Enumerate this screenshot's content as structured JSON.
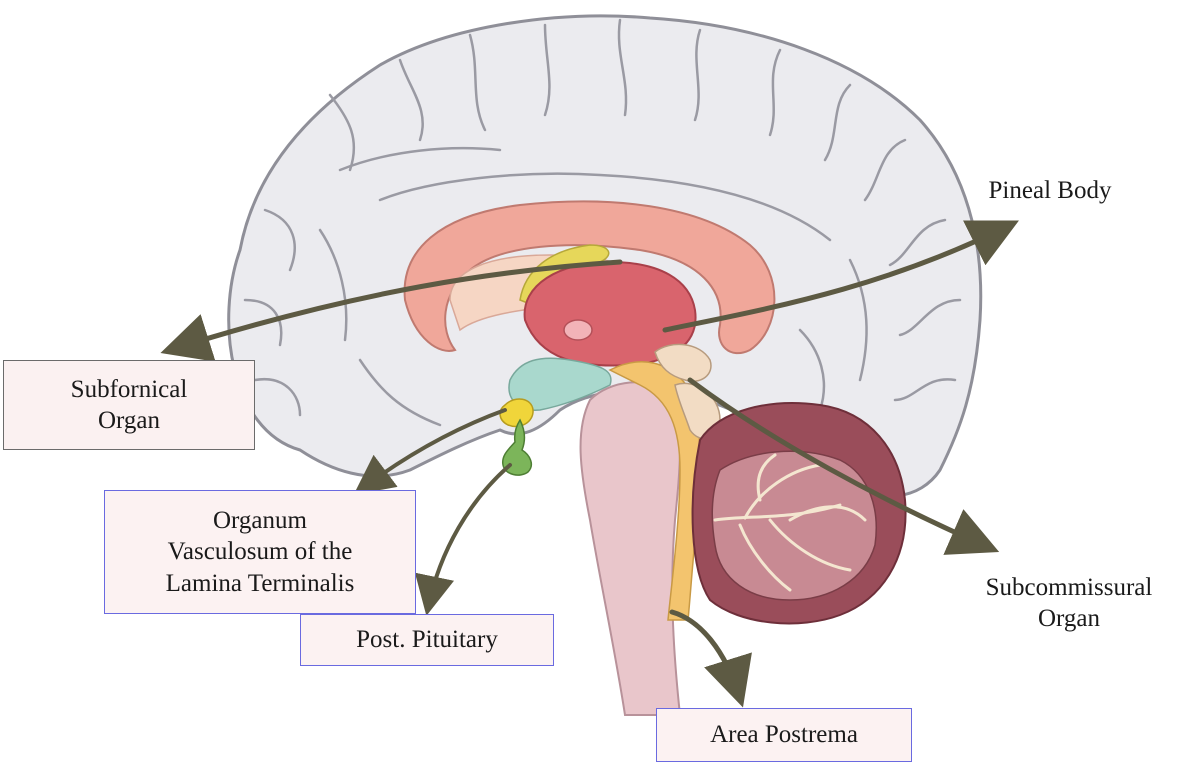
{
  "labels": {
    "pineal_body": "Pineal Body",
    "subfornical_organ": [
      "Subfornical",
      "Organ"
    ],
    "ovlt": [
      "Organum",
      "Vasculosum of the",
      "Lamina Terminalis"
    ],
    "post_pituitary": "Post. Pituitary",
    "subcommissural_organ": [
      "Subcommissural",
      "Organ"
    ],
    "area_postrema": "Area Postrema"
  },
  "colors": {
    "cortex": "#ebebef",
    "cortex_outline": "#8f8f98",
    "corpus_callosum": "#f0a79a",
    "thalamus": "#d9646d",
    "fornix_yellow": "#e6d75a",
    "hypothalamus": "#a9d8cd",
    "brainstem": "#e9c6cb",
    "pituitary": "#7cb55a",
    "cerebellum": "#9a4d5a",
    "arrow": "#5d5a43",
    "box_border_blue": "#6a6ae0",
    "box_border_gray": "#6b6b6b"
  }
}
